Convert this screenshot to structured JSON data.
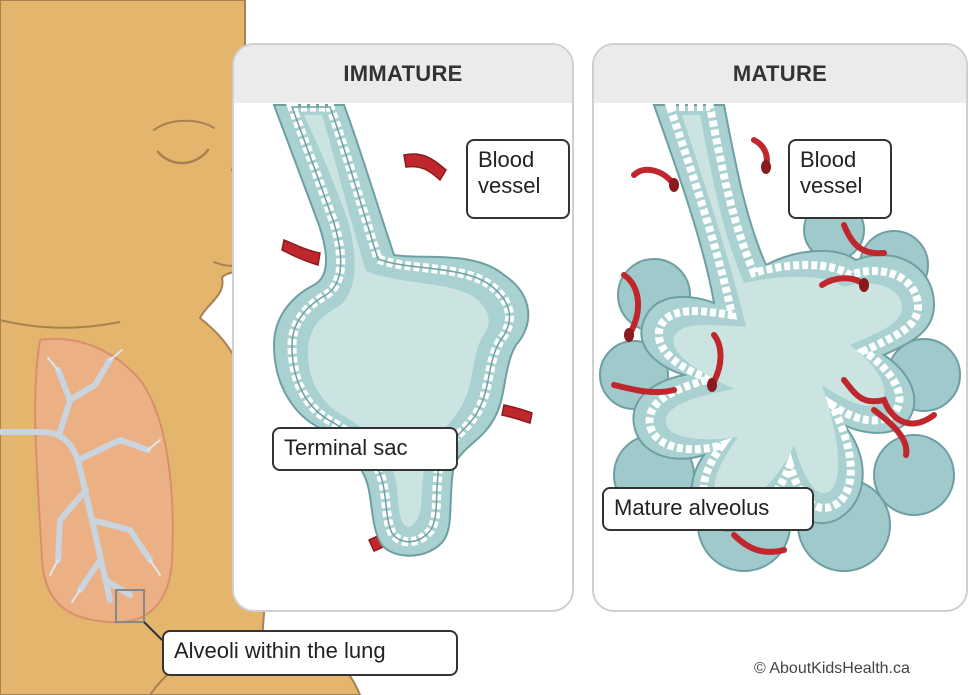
{
  "panels": {
    "immature": {
      "title": "IMMATURE"
    },
    "mature": {
      "title": "MATURE"
    }
  },
  "labels": {
    "blood_vessel_immature": "Blood\nvessel",
    "blood_vessel_mature": "Blood\nvessel",
    "terminal_sac": "Terminal sac",
    "mature_alveolus": "Mature alveolus",
    "alveoli_within_lung": "Alveoli within the lung"
  },
  "footer": {
    "copyright": "© AboutKidsHealth.ca"
  },
  "colors": {
    "skin": "#e3b56d",
    "skin_outline": "#a88150",
    "lung": "#eeb08e",
    "tissue": "#a9d1d1",
    "tissue_light": "#cbe4e2",
    "vessel": "#c0272d",
    "panel_header": "#ebebeb"
  },
  "icons": {
    "baby": "baby-illustration",
    "lung": "lung-icon",
    "sac": "terminal-sac-illustration",
    "alveolus": "mature-alveolus-illustration"
  }
}
